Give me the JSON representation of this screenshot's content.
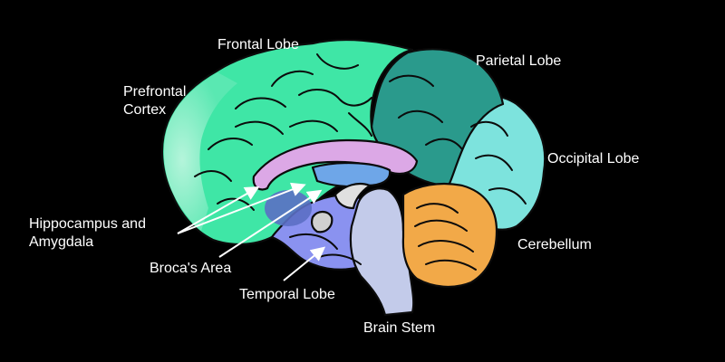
{
  "labels": {
    "frontal_lobe": "Frontal Lobe",
    "parietal_lobe": "Parietal Lobe",
    "prefrontal_cortex_line1": "Prefrontal",
    "prefrontal_cortex_line2": "Cortex",
    "occipital_lobe": "Occipital Lobe",
    "hippocampus_line1": "Hippocampus and",
    "hippocampus_line2": "Amygdala",
    "cerebellum": "Cerebellum",
    "brocas_area": "Broca's Area",
    "temporal_lobe": "Temporal Lobe",
    "brain_stem": "Brain Stem"
  },
  "colors": {
    "background": "#000000",
    "frontal_lobe": "#3fe6a6",
    "prefrontal_cortex": "#8ff2cf",
    "parietal_lobe": "#2a9a8c",
    "occipital_lobe": "#7de3dd",
    "temporal_lobe": "#8a92f0",
    "cerebellum": "#f2a948",
    "brain_stem": "#c3cbea",
    "corpus_callosum": "#dca8e6",
    "hippocampus_amygdala": "#5b6fc4",
    "arrows": "#ffffff"
  }
}
